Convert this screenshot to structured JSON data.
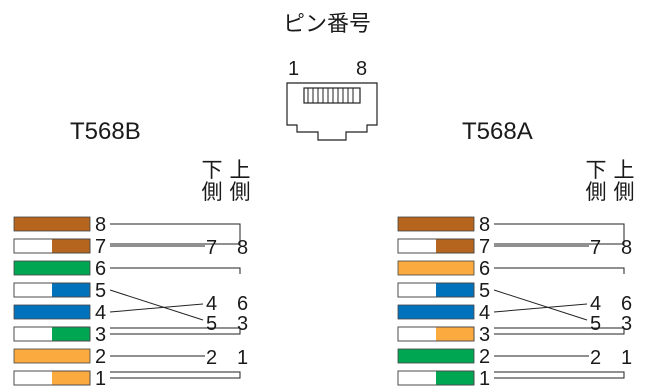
{
  "title": "ピン番号",
  "connector": {
    "pin_first": "1",
    "pin_last": "8"
  },
  "standards": [
    {
      "name": "T568B",
      "lower_side_label": "下側",
      "upper_side_label": "上側",
      "wires": [
        {
          "pin": "8",
          "solid": "#b5651d",
          "stripe": null
        },
        {
          "pin": "7",
          "solid": "#ffffff",
          "stripe": "#b5651d"
        },
        {
          "pin": "6",
          "solid": "#00a651",
          "stripe": null
        },
        {
          "pin": "5",
          "solid": "#ffffff",
          "stripe": "#0072bc"
        },
        {
          "pin": "4",
          "solid": "#0072bc",
          "stripe": null
        },
        {
          "pin": "3",
          "solid": "#ffffff",
          "stripe": "#00a651"
        },
        {
          "pin": "2",
          "solid": "#fbaa3f",
          "stripe": null
        },
        {
          "pin": "1",
          "solid": "#ffffff",
          "stripe": "#fbaa3f"
        }
      ],
      "pairs": [
        {
          "lower": "7",
          "upper": "8"
        },
        {
          "lower": "4",
          "upper": "6"
        },
        {
          "lower": "5",
          "upper": "3"
        },
        {
          "lower": "2",
          "upper": "1"
        }
      ]
    },
    {
      "name": "T568A",
      "lower_side_label": "下側",
      "upper_side_label": "上側",
      "wires": [
        {
          "pin": "8",
          "solid": "#b5651d",
          "stripe": null
        },
        {
          "pin": "7",
          "solid": "#ffffff",
          "stripe": "#b5651d"
        },
        {
          "pin": "6",
          "solid": "#fbaa3f",
          "stripe": null
        },
        {
          "pin": "5",
          "solid": "#ffffff",
          "stripe": "#0072bc"
        },
        {
          "pin": "4",
          "solid": "#0072bc",
          "stripe": null
        },
        {
          "pin": "3",
          "solid": "#ffffff",
          "stripe": "#fbaa3f"
        },
        {
          "pin": "2",
          "solid": "#00a651",
          "stripe": null
        },
        {
          "pin": "1",
          "solid": "#ffffff",
          "stripe": "#00a651"
        }
      ],
      "pairs": [
        {
          "lower": "7",
          "upper": "8"
        },
        {
          "lower": "4",
          "upper": "6"
        },
        {
          "lower": "5",
          "upper": "3"
        },
        {
          "lower": "2",
          "upper": "1"
        }
      ]
    }
  ]
}
